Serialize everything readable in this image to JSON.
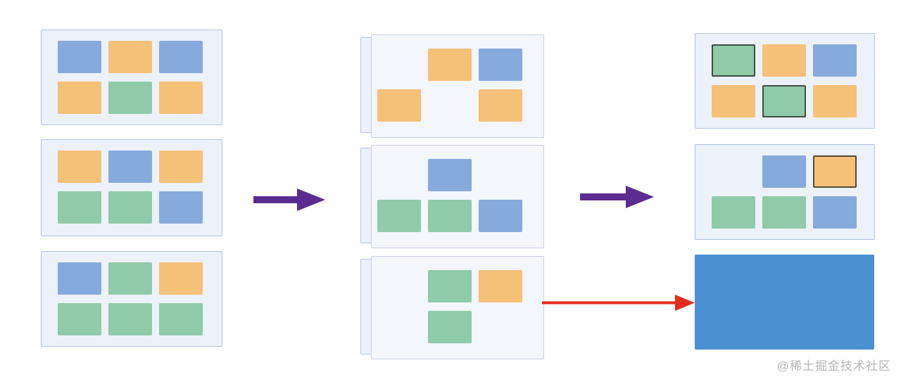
{
  "colors": {
    "panel_bg": "#edf1f9",
    "panel_border": "#b3c4e4",
    "blue": "#87aadd",
    "orange": "#f5c078",
    "green": "#8fcba9",
    "outline_green": "#3f4d45",
    "outline_orange": "#564937",
    "arrow_purple": "#5b2c90",
    "arrow_red": "#e62a1e",
    "result_blue": "#4b90d0"
  },
  "diagram": {
    "description": "Three-stage flow: input grids of colored blocks, filtered grids, result grids with highlighted blocks and a final solid blue rectangle",
    "panels": {
      "left": [
        {
          "cells": [
            [
              "blue",
              "orange",
              "blue"
            ],
            [
              "orange",
              "green",
              "orange"
            ]
          ],
          "outlined": []
        },
        {
          "cells": [
            [
              "orange",
              "blue",
              "orange"
            ],
            [
              "green",
              "green",
              "blue"
            ]
          ],
          "outlined": []
        },
        {
          "cells": [
            [
              "blue",
              "green",
              "orange"
            ],
            [
              "green",
              "green",
              "green"
            ]
          ],
          "outlined": []
        }
      ],
      "middle": [
        {
          "cells": [
            [
              null,
              "orange",
              "blue"
            ],
            [
              "orange",
              null,
              "orange"
            ]
          ],
          "outlined": []
        },
        {
          "cells": [
            [
              null,
              "blue",
              null
            ],
            [
              "green",
              "green",
              "blue"
            ]
          ],
          "outlined": []
        },
        {
          "cells": [
            [
              null,
              "green",
              "orange"
            ],
            [
              null,
              "green",
              null
            ]
          ],
          "outlined": []
        }
      ],
      "right": [
        {
          "cells": [
            [
              "green",
              "orange",
              "blue"
            ],
            [
              "orange",
              "green",
              "orange"
            ]
          ],
          "outlined": [
            [
              0,
              0
            ],
            [
              1,
              1
            ]
          ]
        },
        {
          "cells": [
            [
              null,
              "blue",
              "orange"
            ],
            [
              "green",
              "green",
              "blue"
            ]
          ],
          "outlined": [
            [
              0,
              2
            ]
          ]
        }
      ]
    },
    "arrows": [
      {
        "name": "flow-arrow-1",
        "color_key": "arrow_purple"
      },
      {
        "name": "flow-arrow-2",
        "color_key": "arrow_purple"
      },
      {
        "name": "result-arrow",
        "color_key": "arrow_red"
      }
    ],
    "result_rect": {
      "color_key": "result_blue"
    }
  },
  "watermark": {
    "text": "@稀土掘金技术社区"
  }
}
